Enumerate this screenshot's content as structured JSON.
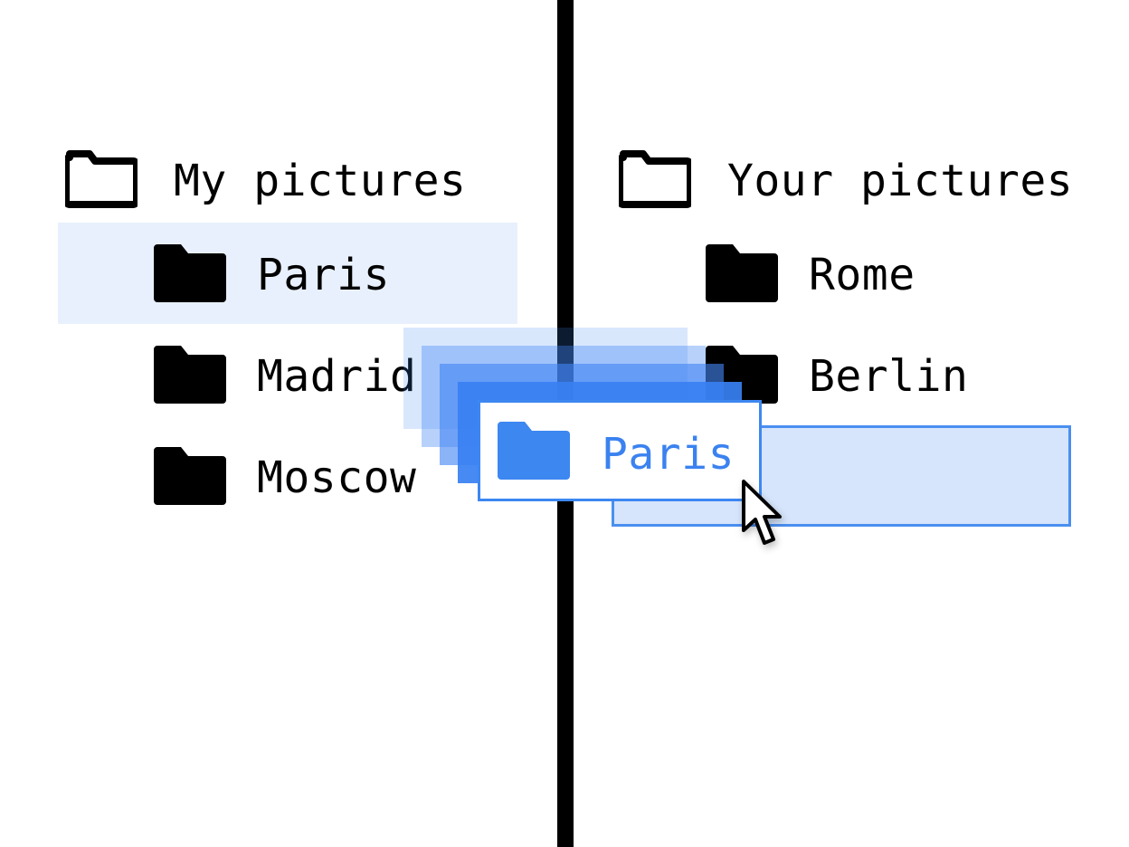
{
  "left_pane": {
    "root": {
      "label": "My pictures",
      "icon": "folder-outline-icon"
    },
    "items": [
      {
        "label": "Paris",
        "icon": "folder-icon",
        "selected": true
      },
      {
        "label": "Madrid",
        "icon": "folder-icon"
      },
      {
        "label": "Moscow",
        "icon": "folder-icon"
      }
    ]
  },
  "right_pane": {
    "root": {
      "label": "Your pictures",
      "icon": "folder-outline-icon"
    },
    "items": [
      {
        "label": "Rome",
        "icon": "folder-icon"
      },
      {
        "label": "Berlin",
        "icon": "folder-icon"
      }
    ]
  },
  "drag": {
    "label": "Paris",
    "icon": "folder-icon"
  },
  "colors": {
    "accent": "#3d87f1",
    "selection_bg": "#e8f0fd",
    "drop_target_bg": "#d6e5fb"
  }
}
